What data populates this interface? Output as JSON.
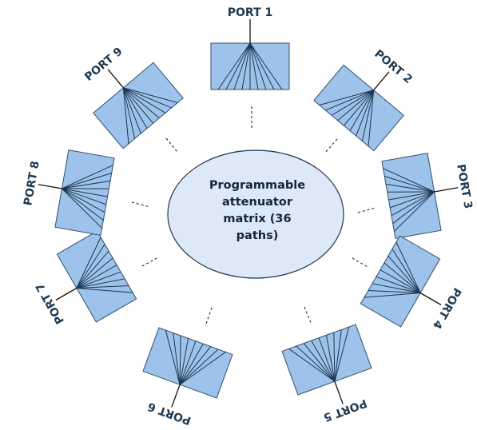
{
  "diagram": {
    "center": {
      "lines": [
        "Programmable",
        "attenuator",
        "matrix (36",
        "paths)"
      ]
    },
    "ports": [
      {
        "label": "PORT 1"
      },
      {
        "label": "PORT 2"
      },
      {
        "label": "PORT 3"
      },
      {
        "label": "PORT 4"
      },
      {
        "label": "PORT 5"
      },
      {
        "label": "PORT 6"
      },
      {
        "label": "PORT 7"
      },
      {
        "label": "PORT 8"
      },
      {
        "label": "PORT 9"
      }
    ],
    "colors": {
      "box_fill": "#9ec3ea",
      "ellipse_fill": "#dde9f6",
      "label": "#1d3a52"
    }
  }
}
